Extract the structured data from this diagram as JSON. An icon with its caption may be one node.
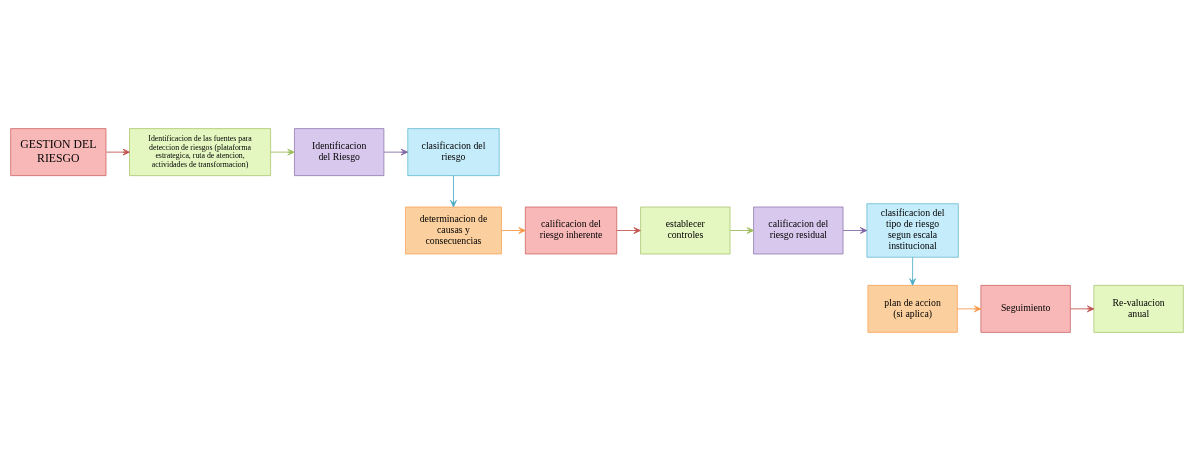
{
  "diagram": {
    "nodes": [
      {
        "text": [
          "GESTION DEL RIESGO"
        ]
      },
      {
        "text": [
          "Identificacion de las fuentes para deteccion de riesgos (plataforma estrategica, ruta de atencion, actividades de transformacion)"
        ]
      },
      {
        "text": [
          "Identificacion del Riesgo"
        ]
      },
      {
        "text": [
          "clasificacion del riesgo"
        ]
      },
      {
        "text": [
          "determinacion de causas y consecuencias"
        ]
      },
      {
        "text": [
          "calificacion del riesgo inherente"
        ]
      },
      {
        "text": [
          "establecer controles"
        ]
      },
      {
        "text": [
          "calificacion del riesgo residual"
        ]
      },
      {
        "text": [
          "clasificacion del tipo de riesgo segun escala institucional"
        ]
      },
      {
        "text": [
          "plan de accion (si aplica)"
        ]
      },
      {
        "text": [
          "Seguimiento"
        ]
      },
      {
        "text": [
          "Re-valuacion anual"
        ]
      }
    ],
    "edges": [
      {
        "from": 0,
        "to": 1,
        "arrow": "to",
        "color": "#c0504d"
      },
      {
        "from": 1,
        "to": 2,
        "arrow": "to",
        "color": "#9bbb59"
      },
      {
        "from": 2,
        "to": 3,
        "arrow": "to",
        "color": "#8064a2"
      },
      {
        "from": 3,
        "to": 4,
        "arrow": "to",
        "color": "#4bacc6"
      },
      {
        "from": 4,
        "to": 5,
        "arrow": "to",
        "color": "#f79646"
      },
      {
        "from": 5,
        "to": 6,
        "arrow": "to",
        "color": "#c0504d"
      },
      {
        "from": 6,
        "to": 7,
        "arrow": "to",
        "color": "#9bbb59"
      },
      {
        "from": 7,
        "to": 8,
        "arrow": "to",
        "color": "#8064a2"
      },
      {
        "from": 8,
        "to": 9,
        "arrow": "to",
        "color": "#4bacc6"
      },
      {
        "from": 9,
        "to": 10,
        "arrow": "to",
        "color": "#f79646"
      },
      {
        "from": 10,
        "to": 11,
        "arrow": "to",
        "color": "#c0504d"
      }
    ]
  }
}
